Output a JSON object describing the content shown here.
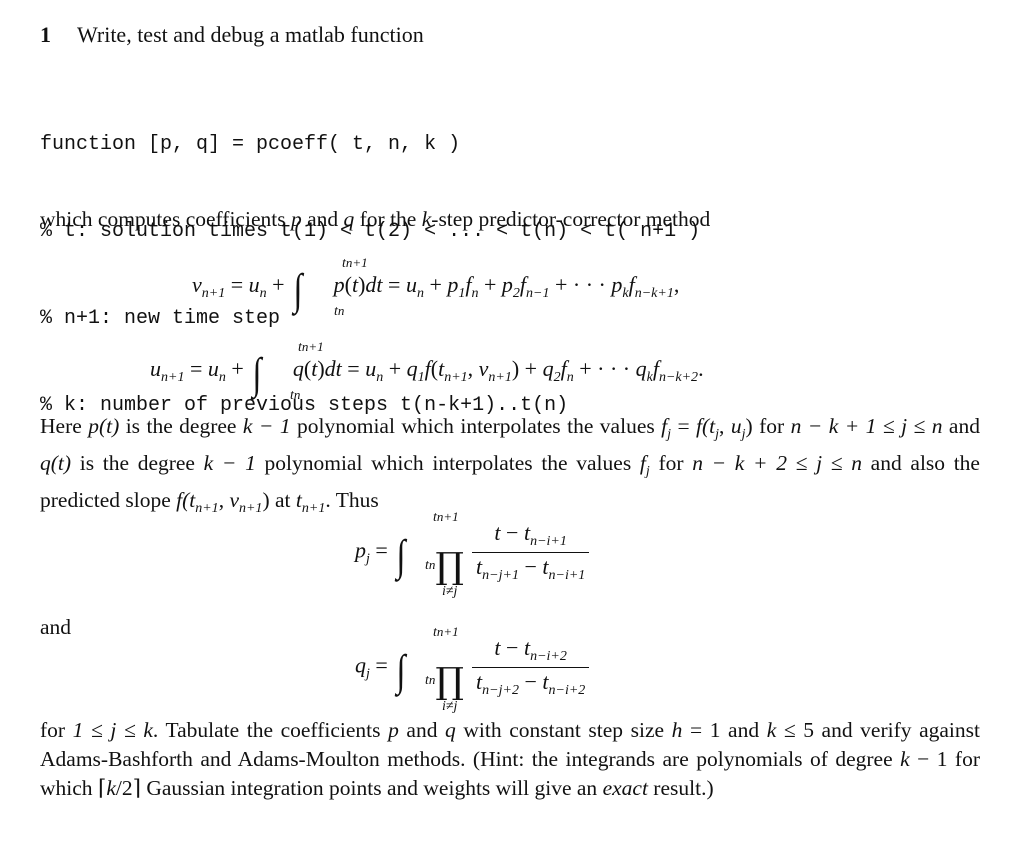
{
  "heading": {
    "number": "1",
    "title": "Write, test and debug a matlab function"
  },
  "code": [
    "function [p, q] = pcoeff( t, n, k )",
    "% t: solution times t(1) < t(2) < ... < t(n) < t( n+1 )",
    "% n+1: new time step",
    "% k: number of previous steps t(n-k+1)..t(n)"
  ],
  "text": {
    "intro_a": "which computes coefficients ",
    "intro_p": "p",
    "intro_b": " and ",
    "intro_q": "q",
    "intro_c": " for the ",
    "intro_k": "k",
    "intro_d": "-step predictor-corrector method",
    "here_a": "Here ",
    "here_pt": "p(t)",
    "here_b": " is the degree ",
    "here_km1": "k − 1",
    "here_c": " polynomial which interpolates the values ",
    "here_fj": "f",
    "here_fj_sub": "j",
    "here_eq": " = ",
    "here_ftu": "f(t",
    "here_d": " for ",
    "here_range1": "n − k + 1 ≤ j ≤ n",
    "here_e": " and ",
    "here_qt": "q(t)",
    "here_f": " is the degree ",
    "here_km1b": "k − 1",
    "here_g": " polynomial which interpolates the values ",
    "here_fj2": "f",
    "here_h": "for ",
    "here_range2": "n − k + 2 ≤ j ≤ n",
    "here_i": " and also the predicted slope ",
    "here_slope": "f(t",
    "here_j": " at ",
    "here_k": ". Thus",
    "and_word": "and",
    "final_a": "for ",
    "final_range": "1 ≤ j ≤ k",
    "final_b": ". Tabulate the coefficients ",
    "final_p": "p",
    "final_c": " and ",
    "final_q": "q",
    "final_d": " with constant step size ",
    "final_h": "h",
    "final_e": " = 1 and ",
    "final_k5": "k",
    "final_f": " ≤ 5 and verify against Adams-Bashforth and Adams-Moulton methods. (Hint: the integrands are polynomials of degree ",
    "final_km1": "k",
    "final_g": " − 1 for which ⌈",
    "final_k2": "k",
    "final_h2": "/2⌉ Gaussian integration points and weights will give an ",
    "final_exact": "exact",
    "final_i": " result.)"
  }
}
